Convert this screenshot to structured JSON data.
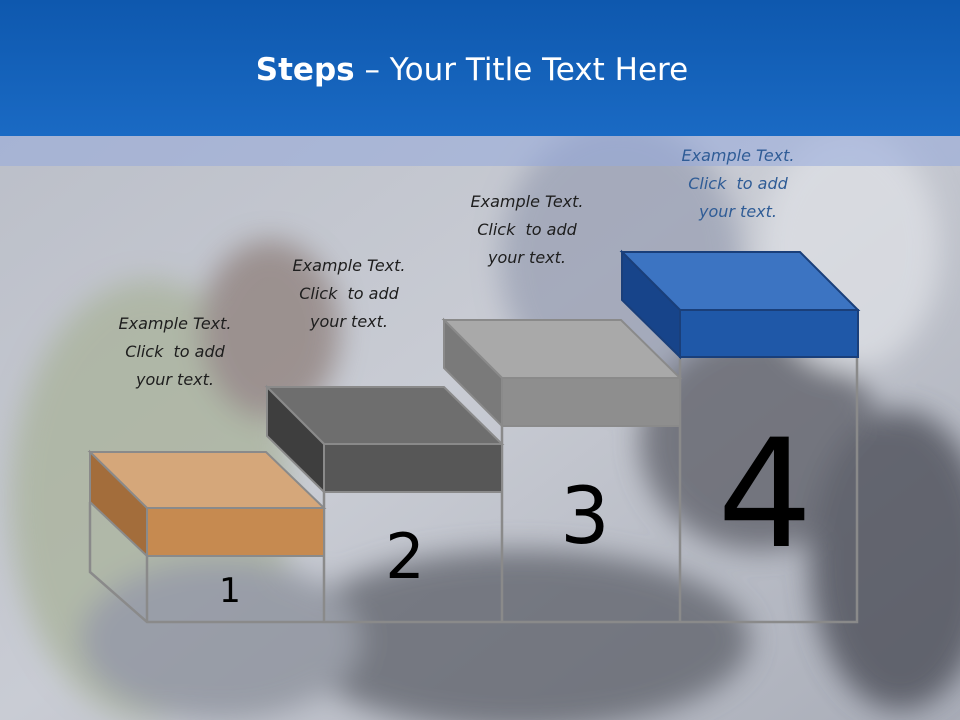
{
  "slide": {
    "title_bold": "Steps",
    "title_rest": " – Your Title Text Here"
  },
  "steps": [
    {
      "number": "1",
      "line1": "Example Text.",
      "line2": "Click  to add",
      "line3": "your text.",
      "color": "#c4874e"
    },
    {
      "number": "2",
      "line1": "Example Text.",
      "line2": "Click  to add",
      "line3": "your text.",
      "color": "#5a5a5a"
    },
    {
      "number": "3",
      "line1": "Example Text.",
      "line2": "Click  to add",
      "line3": "your text.",
      "color": "#8c8c8c"
    },
    {
      "number": "4",
      "line1": "Example Text.",
      "line2": "Click  to add",
      "line3": "your text.",
      "color": "#1f5aa6"
    }
  ],
  "colors": {
    "header": "#1560b8",
    "frame_line": "#8a8a8a"
  }
}
